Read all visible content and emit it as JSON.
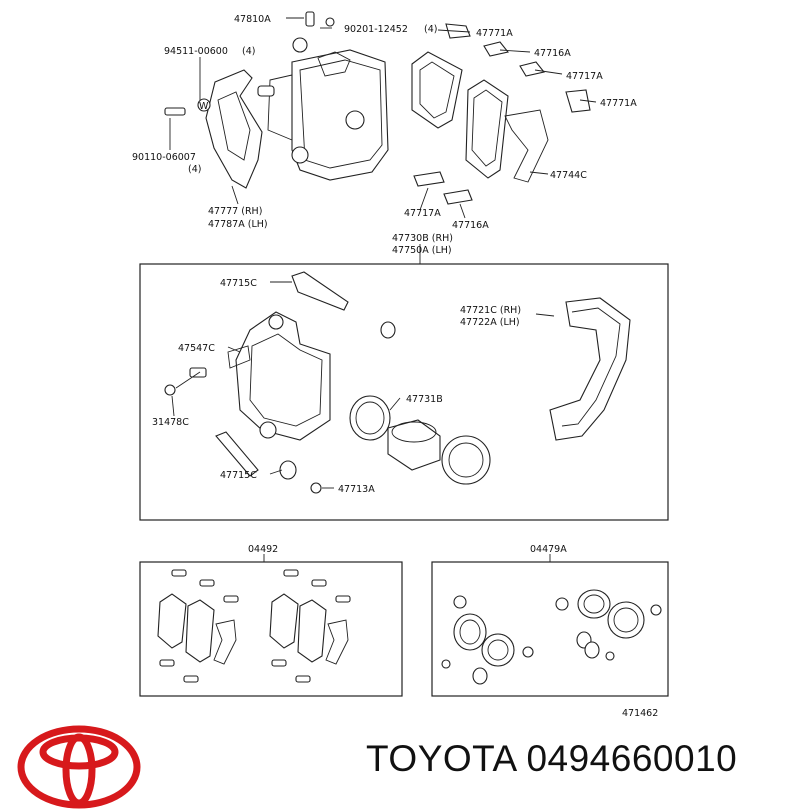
{
  "labels": {
    "p47810A": "47810A",
    "p90201": "90201-12452",
    "p90201_qty": "(4)",
    "p47771A_top": "47771A",
    "p94511": "94511-00600",
    "p94511_qty": "(4)",
    "p47716A_top": "47716A",
    "p47717A_top": "47717A",
    "p47771A_mid": "47771A",
    "p90110": "90110-06007",
    "p90110_qty": "(4)",
    "p47744C": "47744C",
    "p47777": "47777 (RH)",
    "p47787A": "47787A (LH)",
    "p47717A_bot": "47717A",
    "p47716A_bot": "47716A",
    "p47730B": "47730B (RH)",
    "p47750A": "47750A (LH)",
    "p47715C_top": "47715C",
    "p47721C": "47721C (RH)",
    "p47722A": "47722A (LH)",
    "p47547C": "47547C",
    "p31478C": "31478C",
    "p47731B": "47731B",
    "p47715C_bot": "47715C",
    "p47713A": "47713A",
    "kit04492": "04492",
    "kit04479A": "04479A",
    "diagram_no": "471462"
  },
  "brand": {
    "text": "TOYOTA 0494660010",
    "logo_icon": "toyota-logo-icon",
    "logo_color": "#d7191c"
  }
}
